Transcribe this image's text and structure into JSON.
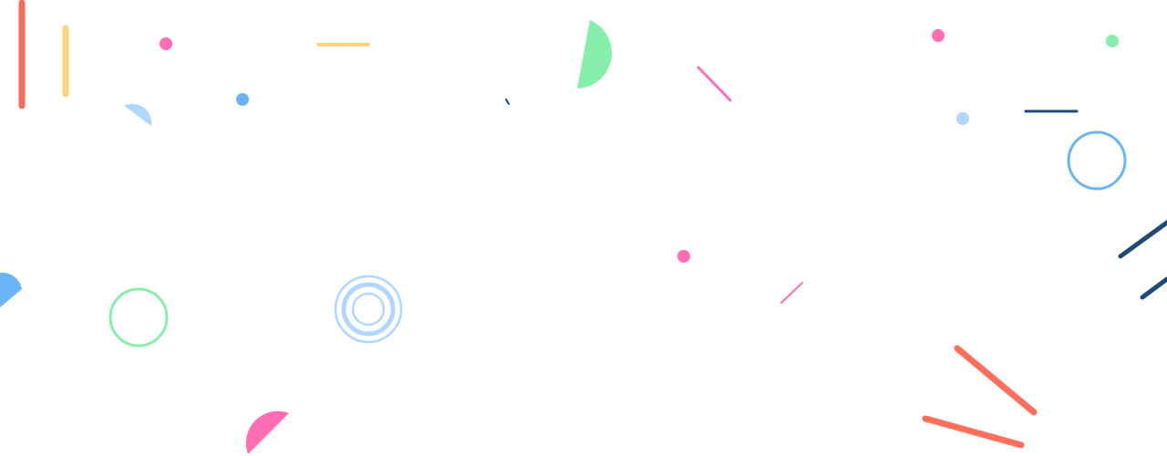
{
  "palette": {
    "background": "#ffffff",
    "coral": "#f96b5e",
    "salmon": "#ff705c",
    "yellow": "#ffd27f",
    "pink": "#ff6db3",
    "green": "#86efac",
    "light_blue": "#b0d7ff",
    "blue": "#6bb4fa",
    "navy": "#1f4a73"
  },
  "shapes": [
    {
      "kind": "line",
      "color": "coral"
    },
    {
      "kind": "line",
      "color": "yellow"
    },
    {
      "kind": "dot",
      "color": "pink"
    },
    {
      "kind": "line",
      "color": "yellow"
    },
    {
      "kind": "half-disc",
      "color": "light_blue"
    },
    {
      "kind": "dot",
      "color": "blue"
    },
    {
      "kind": "line",
      "color": "navy"
    },
    {
      "kind": "half-disc",
      "color": "green"
    },
    {
      "kind": "line",
      "color": "pink"
    },
    {
      "kind": "dot",
      "color": "pink"
    },
    {
      "kind": "dot",
      "color": "green"
    },
    {
      "kind": "dot",
      "color": "light_blue"
    },
    {
      "kind": "line",
      "color": "navy"
    },
    {
      "kind": "ring",
      "color": "blue"
    },
    {
      "kind": "line",
      "color": "navy"
    },
    {
      "kind": "line",
      "color": "navy"
    },
    {
      "kind": "half-disc",
      "color": "blue"
    },
    {
      "kind": "ring",
      "color": "green"
    },
    {
      "kind": "concentric-rings",
      "color": "light_blue"
    },
    {
      "kind": "dot",
      "color": "pink"
    },
    {
      "kind": "line",
      "color": "pink"
    },
    {
      "kind": "line",
      "color": "salmon"
    },
    {
      "kind": "line",
      "color": "salmon"
    },
    {
      "kind": "half-disc",
      "color": "pink"
    }
  ]
}
